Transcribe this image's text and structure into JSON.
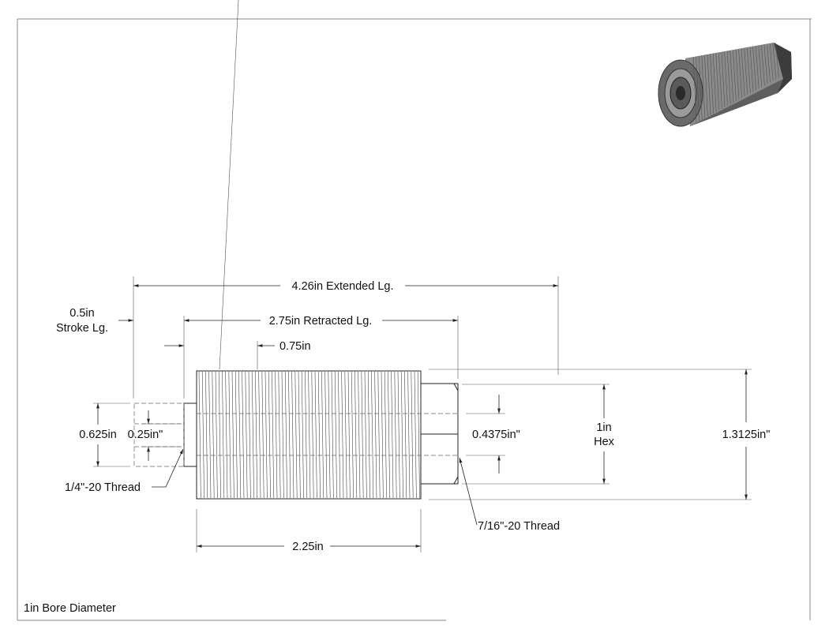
{
  "labels": {
    "extended": "4.26in Extended Lg.",
    "stroke_value": "0.5in",
    "stroke_name": "Stroke Lg.",
    "retracted": "2.75in Retracted Lg.",
    "len_075": "0.75in",
    "d_0625": "0.625in",
    "d_025": "0.25in\"",
    "d_04375": "0.4375in\"",
    "hex_value": "1in",
    "hex_name": "Hex",
    "d_13125": "1.3125in\"",
    "thread_small": "1/4\"-20 Thread",
    "thread_large": "7/16\"-20 Thread",
    "len_225": "2.25in",
    "footer": "1in Bore Diameter"
  },
  "colors": {
    "line": "#222222",
    "iso_body": "#8a8a8a",
    "iso_dark": "#3c3c3c"
  }
}
